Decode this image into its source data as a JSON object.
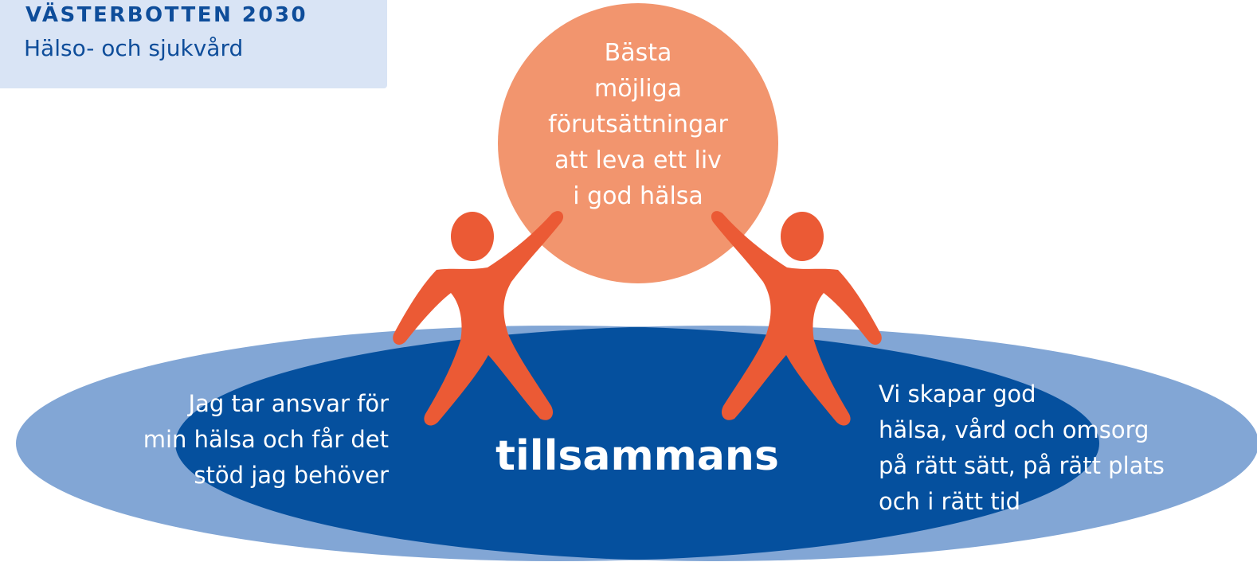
{
  "header": {
    "title": "VÄSTERBOTTEN 2030",
    "subtitle": "Hälso- och sjukvård"
  },
  "diagram": {
    "top_circle_lines": [
      "Bästa",
      "möjliga",
      "förutsättningar",
      "att leva ett liv",
      "i god hälsa"
    ],
    "left_ellipse_lines": [
      "Jag tar ansvar för",
      "min hälsa och får det",
      "stöd jag behöver"
    ],
    "right_ellipse_lines": [
      "Vi skapar god",
      "hälsa, vård och omsorg",
      "på rätt sätt, på rätt plats",
      "och i rätt tid"
    ],
    "center_label": "tillsammans"
  },
  "colors": {
    "header_bg": "#d9e4f5",
    "header_text": "#0e4d9a",
    "circle": "#f2956e",
    "figures": "#eb5a35",
    "ellipse_light": "#82a6d5",
    "overlap_dark": "#05509e",
    "text_light": "#ffffff"
  }
}
